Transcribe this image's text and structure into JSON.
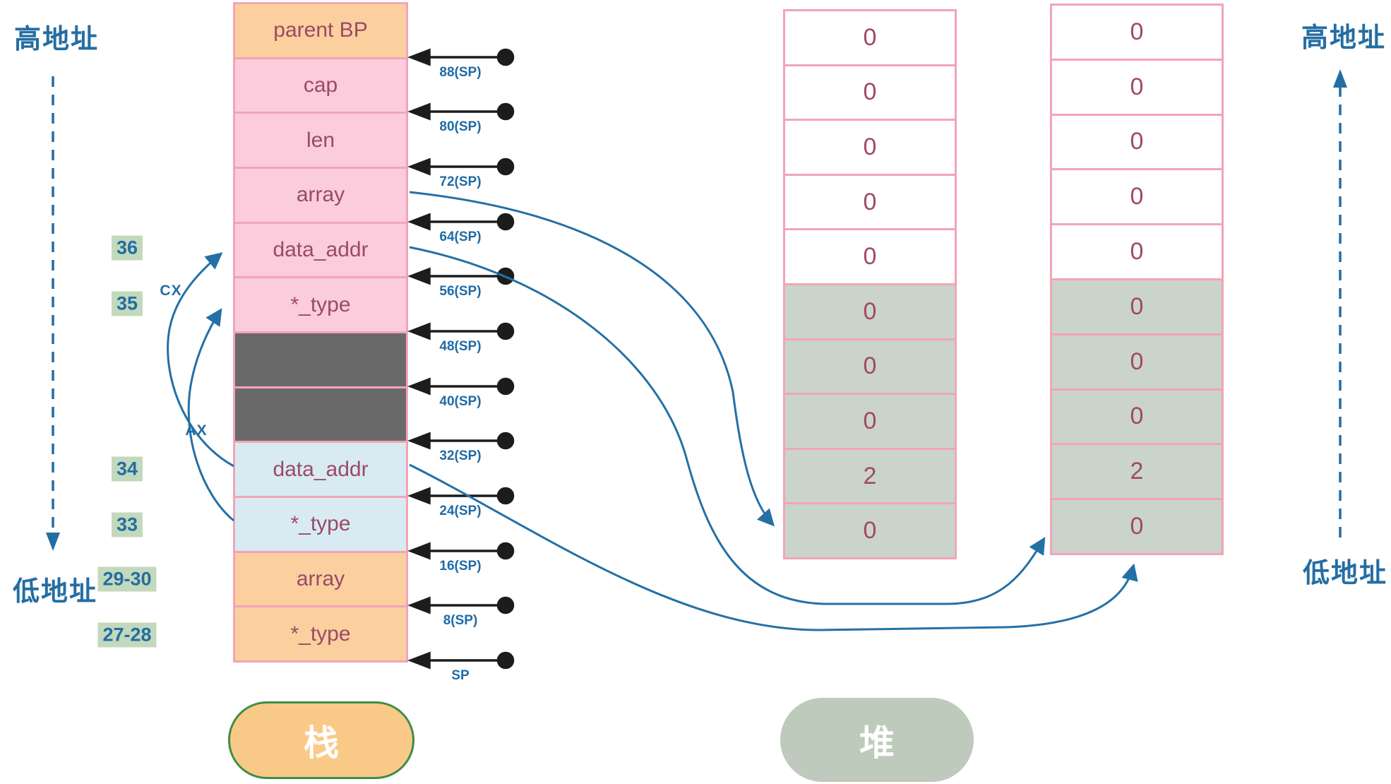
{
  "address_labels": {
    "left_top": "高地址",
    "left_bottom": "低地址",
    "right_top": "高地址",
    "right_bottom": "低地址"
  },
  "stack": {
    "cells": [
      {
        "label": "parent BP",
        "fill": "orange"
      },
      {
        "label": "cap",
        "fill": "pink"
      },
      {
        "label": "len",
        "fill": "pink"
      },
      {
        "label": "array",
        "fill": "pink"
      },
      {
        "label": "data_addr",
        "fill": "pink"
      },
      {
        "label": "*_type",
        "fill": "pink"
      },
      {
        "label": "",
        "fill": "gray"
      },
      {
        "label": "",
        "fill": "gray"
      },
      {
        "label": "data_addr",
        "fill": "lightblue"
      },
      {
        "label": "*_type",
        "fill": "lightblue"
      },
      {
        "label": "array",
        "fill": "orange"
      },
      {
        "label": "*_type",
        "fill": "orange"
      }
    ]
  },
  "sp_markers": [
    "88(SP)",
    "80(SP)",
    "72(SP)",
    "64(SP)",
    "56(SP)",
    "48(SP)",
    "40(SP)",
    "32(SP)",
    "24(SP)",
    "16(SP)",
    "8(SP)",
    "SP"
  ],
  "register_badges": [
    {
      "label": "36"
    },
    {
      "label": "35"
    },
    {
      "label": "34"
    },
    {
      "label": "33"
    },
    {
      "label": "29-30"
    },
    {
      "label": "27-28"
    }
  ],
  "register_arrows": {
    "cx": "CX",
    "ax": "AX"
  },
  "heap_middle_column": {
    "values": [
      "0",
      "0",
      "0",
      "0",
      "0",
      "0",
      "0",
      "0",
      "2",
      "0"
    ]
  },
  "heap_right_column": {
    "values": [
      "0",
      "0",
      "0",
      "0",
      "0",
      "0",
      "0",
      "0",
      "2",
      "0"
    ]
  },
  "legend": {
    "stack_pill": "栈",
    "heap_pill": "堆"
  },
  "colors": {
    "accent_blue": "#246DA3",
    "cell_text_maroon": "#9A4A66",
    "border_pink": "#F2A4B8",
    "fill_orange": "#FBCF9E",
    "fill_pink": "#FACCDC",
    "fill_gray": "#696969",
    "fill_lightblue": "#D8EBF3",
    "fill_heap_green": "#CBD4CA",
    "badge_green": "#C3D9BD",
    "stack_pill_fill": "#F9C987",
    "stack_pill_border": "#3F8C47",
    "heap_pill_fill": "#BECBBC",
    "arrow_black": "#1C1C1C"
  }
}
